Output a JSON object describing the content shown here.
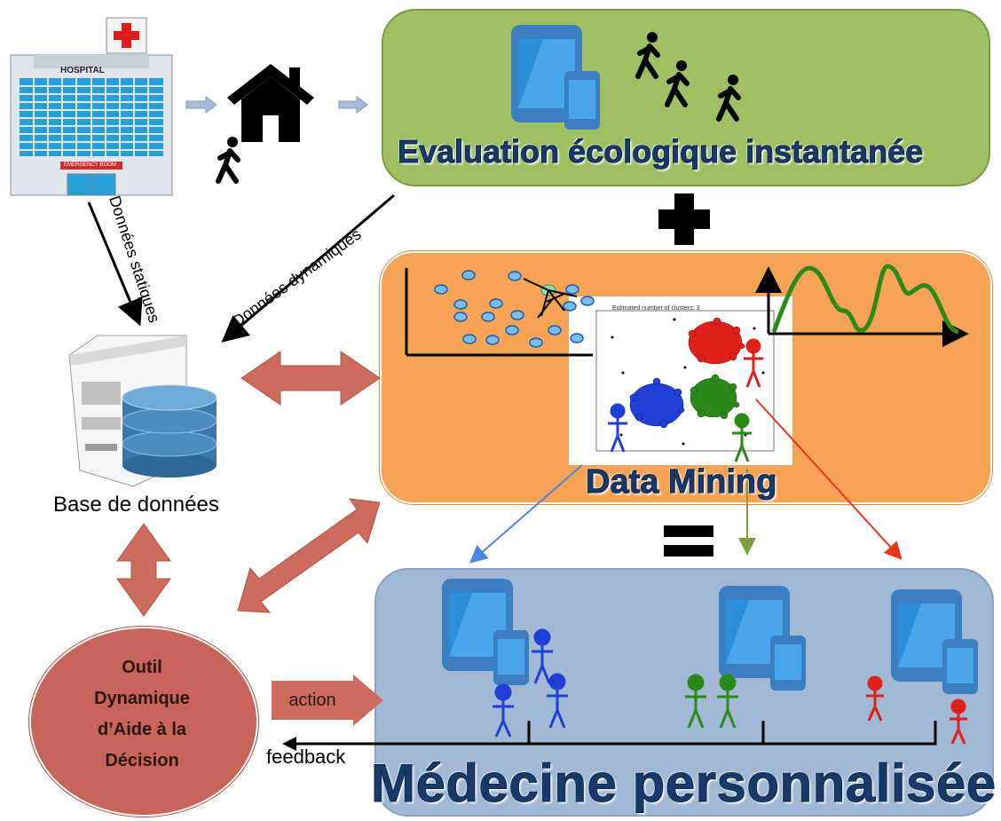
{
  "ema": {
    "title": "Evaluation écologique instantanée"
  },
  "hospital": {
    "sign": "HOSPITAL",
    "emergency": "EMERGENCY ROOM"
  },
  "flows": {
    "static_data": "Données statiques",
    "dynamic_data": "Données dynamiques"
  },
  "database": {
    "label": "Base de données"
  },
  "data_mining": {
    "title": "Data Mining",
    "cluster_plot_title": "Estimated number of clusters: 3"
  },
  "decision_tool": {
    "line1": "Outil",
    "line2": "Dynamique",
    "line3": "d’Aide à la",
    "line4": "Décision"
  },
  "action_label": "action",
  "feedback_label": "feedback",
  "personalized": {
    "title": "Médecine personnalisée"
  },
  "colors": {
    "ema_panel": "#9fc062",
    "data_mining_panel": "#f7a356",
    "personalized_panel": "#a2b9d6",
    "decision_tool": "#c8645a",
    "cluster_red": "#e0201a",
    "cluster_blue": "#1f3fd6",
    "cluster_green": "#2c8a1a"
  }
}
